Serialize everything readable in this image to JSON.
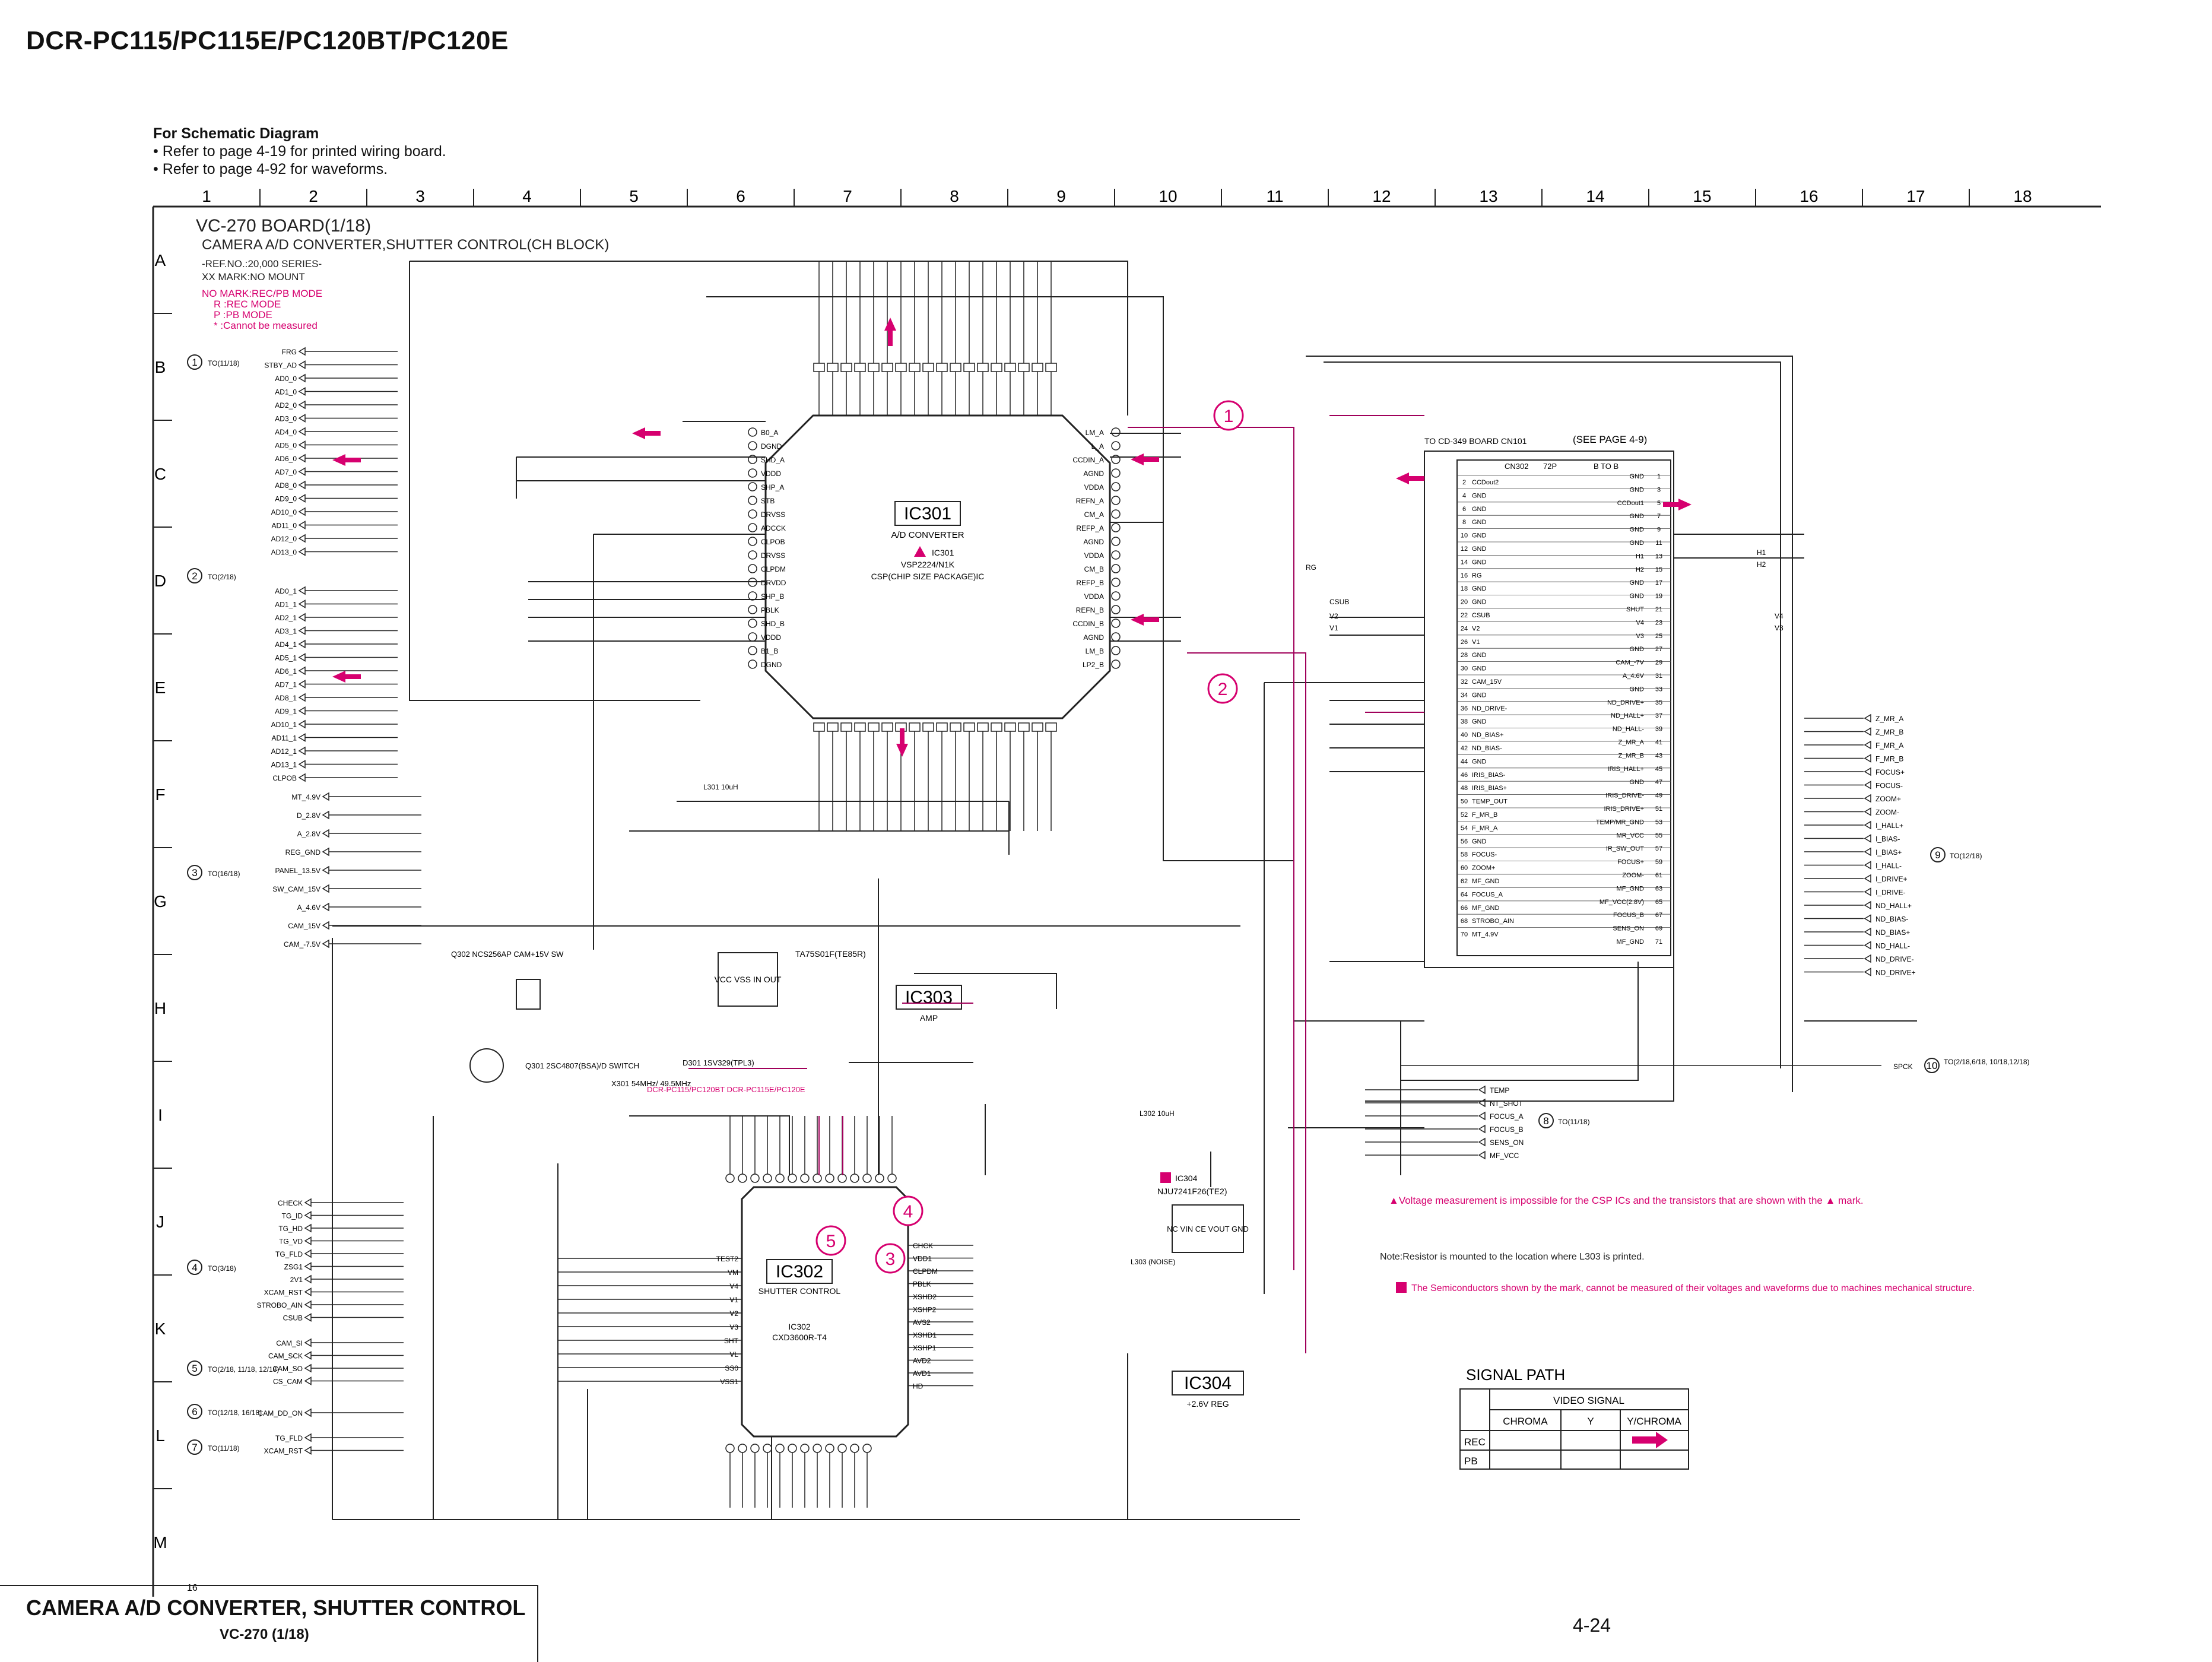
{
  "model_header": "DCR-PC115/PC115E/PC120BT/PC120E",
  "notes": {
    "title": "For Schematic Diagram",
    "lines": [
      "• Refer to page 4-19 for printed wiring board.",
      "• Refer to page 4-92 for waveforms."
    ]
  },
  "grid": {
    "columns": [
      "1",
      "2",
      "3",
      "4",
      "5",
      "6",
      "7",
      "8",
      "9",
      "10",
      "11",
      "12",
      "13",
      "14",
      "15",
      "16",
      "17",
      "18"
    ],
    "rows": [
      "A",
      "B",
      "C",
      "D",
      "E",
      "F",
      "G",
      "H",
      "I",
      "J",
      "K",
      "L",
      "M"
    ]
  },
  "board": {
    "title": "VC-270 BOARD(1/18)",
    "subtitle": "CAMERA A/D CONVERTER,SHUTTER CONTROL(CH BLOCK)",
    "ref": [
      "-REF.NO.:20,000 SERIES-",
      "XX MARK:NO MOUNT"
    ],
    "mode_notes": [
      "NO MARK:REC/PB MODE",
      "R  :REC MODE",
      "P  :PB MODE",
      "*  :Cannot be measured"
    ]
  },
  "chips": {
    "ic301": {
      "name": "IC301",
      "desc": "A/D CONVERTER",
      "part": "VSP2224/N1K",
      "pkg": "CSP(CHIP SIZE PACKAGE)IC"
    },
    "ic302": {
      "name": "IC302",
      "desc": "SHUTTER CONTROL",
      "part": "CXD3600R-T4"
    },
    "ic303": {
      "name": "IC303",
      "desc": "AMP",
      "part": "TA75S01F(TE85R)"
    },
    "ic304": {
      "name": "IC304",
      "desc": "+2.6V REG",
      "part": "NJU7241F26(TE2)"
    },
    "connector": {
      "name": "CN302",
      "pins": "72P",
      "to": "TO CD-349 BOARD CN101",
      "see": "(SEE PAGE 4-9)",
      "btob": "B TO B"
    }
  },
  "circles": [
    "1",
    "2",
    "3",
    "4",
    "5"
  ],
  "connectors": {
    "c1": {
      "num": "1",
      "to": "TO(11/18)",
      "signals": [
        "FRG",
        "STBY_AD",
        "AD0_0",
        "AD1_0",
        "AD2_0",
        "AD3_0",
        "AD4_0",
        "AD5_0",
        "AD6_0",
        "AD7_0",
        "AD8_0",
        "AD9_0",
        "AD10_0",
        "AD11_0",
        "AD12_0",
        "AD13_0"
      ]
    },
    "c2": {
      "num": "2",
      "to": "TO(2/18)",
      "signals": [
        "AD0_1",
        "AD1_1",
        "AD2_1",
        "AD3_1",
        "AD4_1",
        "AD5_1",
        "AD6_1",
        "AD7_1",
        "AD8_1",
        "AD9_1",
        "AD10_1",
        "AD11_1",
        "AD12_1",
        "AD13_1",
        "CLPOB"
      ]
    },
    "c3": {
      "num": "3",
      "to": "TO(16/18)",
      "signals": [
        "MT_4.9V",
        "D_2.8V",
        "A_2.8V",
        "REG_GND",
        "PANEL_13.5V",
        "SW_CAM_15V",
        "A_4.6V",
        "CAM_15V",
        "CAM_-7.5V"
      ]
    },
    "c4": {
      "num": "4",
      "to": "TO(3/18)",
      "signals": [
        "CHECK",
        "TG_ID",
        "TG_HD",
        "TG_VD",
        "TG_FLD",
        "ZSG1",
        "2V1",
        "XCAM_RST",
        "STROBO_AIN",
        "CSUB"
      ]
    },
    "c5": {
      "num": "5",
      "to": "TO(2/18, 11/18, 12/18)",
      "signals": [
        "CAM_SI",
        "CAM_SCK",
        "CAM_SO",
        "CS_CAM"
      ]
    },
    "c6": {
      "num": "6",
      "to": "TO(12/18, 16/18)",
      "signals": [
        "CAM_DD_ON"
      ]
    },
    "c7": {
      "num": "7",
      "to": "TO(11/18)",
      "signals": [
        "TG_FLD",
        "XCAM_RST"
      ]
    },
    "c8": {
      "num": "8",
      "to": "TO(11/18)",
      "signals": [
        "TEMP",
        "NT_SHOT",
        "FOCUS_A",
        "FOCUS_B",
        "SENS_ON",
        "MF_VCC"
      ]
    },
    "c9": {
      "num": "9",
      "to": "TO(12/18)",
      "signals": [
        "Z_MR_A",
        "Z_MR_B",
        "F_MR_A",
        "F_MR_B",
        "FOCUS+",
        "FOCUS-",
        "ZOOM+",
        "ZOOM-",
        "I_HALL+",
        "I_BIAS-",
        "I_BIAS+",
        "I_HALL-",
        "I_DRIVE+",
        "I_DRIVE-",
        "ND_HALL+",
        "ND_BIAS-",
        "ND_BIAS+",
        "ND_HALL-",
        "ND_DRIVE-",
        "ND_DRIVE+"
      ]
    },
    "c10": {
      "num": "10",
      "to": "TO(2/18,6/18, 10/18,12/18)",
      "signals": [
        "SPCK"
      ]
    }
  },
  "cn302_pins_left": [
    "CCDout2",
    "GND",
    "GND",
    "GND",
    "GND",
    "GND",
    "GND",
    "RG",
    "GND",
    "GND",
    "CSUB",
    "V2",
    "V1",
    "GND",
    "GND",
    "CAM_15V",
    "GND",
    "ND_DRIVE-",
    "GND",
    "ND_BIAS+",
    "ND_BIAS-",
    "GND",
    "IRIS_BIAS-",
    "IRIS_BIAS+",
    "TEMP_OUT",
    "F_MR_B",
    "F_MR_A",
    "GND",
    "FOCUS-",
    "ZOOM+",
    "MF_GND",
    "FOCUS_A",
    "MF_GND",
    "STROBO_AIN",
    "MT_4.9V"
  ],
  "cn302_pins_right": [
    "GND",
    "GND",
    "CCDout1",
    "GND",
    "GND",
    "GND",
    "H1",
    "H2",
    "GND",
    "GND",
    "SHUT",
    "V4",
    "V3",
    "GND",
    "CAM_-7V",
    "A_4.6V",
    "GND",
    "ND_DRIVE+",
    "ND_HALL+",
    "ND_HALL-",
    "Z_MR_A",
    "Z_MR_B",
    "IRIS_HALL+",
    "GND",
    "IRIS_DRIVE-",
    "IRIS_DRIVE+",
    "TEMP/MR_GND",
    "MR_VCC",
    "IR_SW_OUT",
    "FOCUS+",
    "ZOOM-",
    "MF_GND",
    "MF_VCC(2.8V)",
    "FOCUS_B",
    "SENS_ON",
    "MF_GND"
  ],
  "ic301_left_pins": [
    "B0_A",
    "DGND",
    "SHD_A",
    "VDDD",
    "SHP_A",
    "STB",
    "DRVSS",
    "ADCCK",
    "CLPOB",
    "DRVSS",
    "CLPDM",
    "DRVDD",
    "SHP_B",
    "PBLK",
    "SHD_B",
    "VDDD",
    "B1_B",
    "DGND"
  ],
  "ic301_right_pins": [
    "LM_A",
    "L_A",
    "CCDIN_A",
    "AGND",
    "VDDA",
    "REFN_A",
    "CM_A",
    "REFP_A",
    "AGND",
    "VDDA",
    "CM_B",
    "REFP_B",
    "VDDA",
    "REFN_B",
    "CCDIN_B",
    "AGND",
    "LM_B",
    "LP2_B"
  ],
  "ic302_left_pins": [
    "CHCK",
    "VDD1",
    "CLPDM",
    "PBLK",
    "XSHD2",
    "XSHP2",
    "AVS2",
    "XSHD1",
    "XSHP1",
    "AVD2",
    "AVD1",
    "HD"
  ],
  "ic302_right_pins": [
    "TEST2",
    "VM",
    "V4",
    "V1",
    "V2",
    "V3",
    "SHT",
    "VL",
    "SS0",
    "VSS1"
  ],
  "right_side_labels": [
    "SPCK",
    "H1",
    "H2",
    "V4",
    "V3",
    "V2",
    "V1",
    "RG",
    "CSUB"
  ],
  "misc_labels": {
    "x301": "X301 54MHz/ 49.5MHz",
    "x301_note": "DCR-PC115/PC120BT DCR-PC115E/PC120E",
    "q301": "Q301 2SC4807(BSA)/D SWITCH",
    "q302": "Q302 NCS256AP CAM+15V SW",
    "d301": "D301 1SV329(TPL3)",
    "l301": "L301 10uH",
    "l302": "L302 10uH",
    "l303": "L303 (NOISE)",
    "ic303_pins": "VCC VSS IN OUT",
    "ic304_pins": "NC VIN CE VOUT GND"
  },
  "voltage_notes": [
    "▲Voltage measurement is impossible for the CSP ICs and the transistors that are shown with the ▲ mark.",
    "Note:Resistor is mounted to the location where L303 is printed.",
    "The Semiconductors shown by the mark, cannot be measured of their voltages and waveforms due to machines mechanical structure."
  ],
  "signal_path": {
    "title": "SIGNAL PATH",
    "header": "VIDEO SIGNAL",
    "cols": [
      "CHROMA",
      "Y",
      "Y/CHROMA"
    ],
    "rows": [
      "REC",
      "PB"
    ]
  },
  "corner_num": "16",
  "footer": {
    "title": "CAMERA A/D CONVERTER, SHUTTER CONTROL",
    "sub": "VC-270 (1/18)",
    "page": "4-24"
  },
  "colors": {
    "accent": "#d6006f",
    "ink": "#1a1a1a"
  }
}
